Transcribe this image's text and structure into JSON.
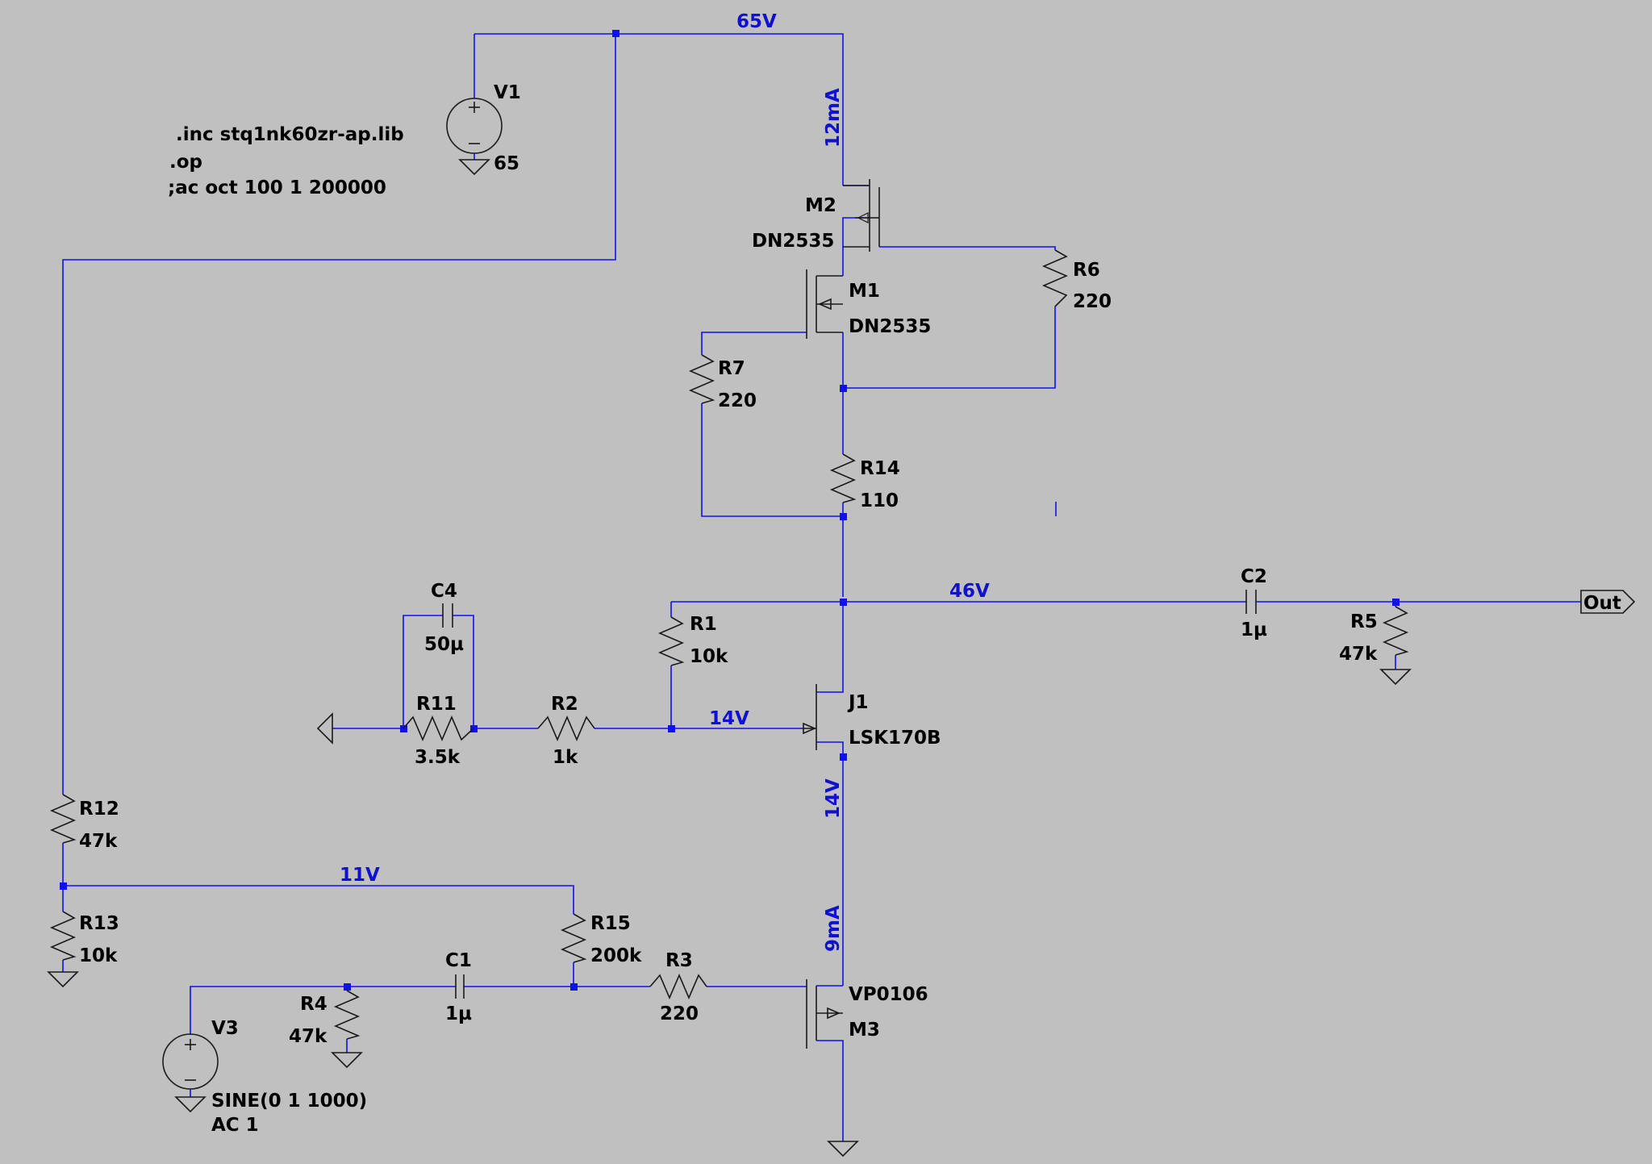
{
  "directives": [
    ".inc stq1nk60zr-ap.lib",
    ".op",
    ";ac oct 100 1 200000"
  ],
  "sources": {
    "V1": {
      "name": "V1",
      "value": "65"
    },
    "V3": {
      "name": "V3",
      "value": "SINE(0 1 1000)",
      "ac": "AC 1"
    }
  },
  "transistors": {
    "M1": {
      "name": "M1",
      "model": "DN2535"
    },
    "M2": {
      "name": "M2",
      "model": "DN2535"
    },
    "J1": {
      "name": "J1",
      "model": "LSK170B"
    },
    "M3": {
      "name": "M3",
      "model": "VP0106"
    }
  },
  "resistors": {
    "R1": {
      "name": "R1",
      "value": "10k"
    },
    "R2": {
      "name": "R2",
      "value": "1k"
    },
    "R3": {
      "name": "R3",
      "value": "220"
    },
    "R4": {
      "name": "R4",
      "value": "47k"
    },
    "R5": {
      "name": "R5",
      "value": "47k"
    },
    "R6": {
      "name": "R6",
      "value": "220"
    },
    "R7": {
      "name": "R7",
      "value": "220"
    },
    "R11": {
      "name": "R11",
      "value": "3.5k"
    },
    "R12": {
      "name": "R12",
      "value": "47k"
    },
    "R13": {
      "name": "R13",
      "value": "10k"
    },
    "R14": {
      "name": "R14",
      "value": "110"
    },
    "R15": {
      "name": "R15",
      "value": "200k"
    }
  },
  "capacitors": {
    "C1": {
      "name": "C1",
      "value": "1µ"
    },
    "C2": {
      "name": "C2",
      "value": "1µ"
    },
    "C4": {
      "name": "C4",
      "value": "50µ"
    }
  },
  "annotations": {
    "v_top": "65V",
    "v_drain_j1": "46V",
    "v_gate_j1": "14V",
    "v_source_j1": "14V",
    "v_bias": "11V",
    "i_top": "12mA",
    "i_bottom": "9mA"
  },
  "output_label": "Out",
  "colors": {
    "background": "#c0c0c0",
    "wire": "#1010f0",
    "component": "#1a1a1a",
    "annotation": "#1010d0"
  }
}
